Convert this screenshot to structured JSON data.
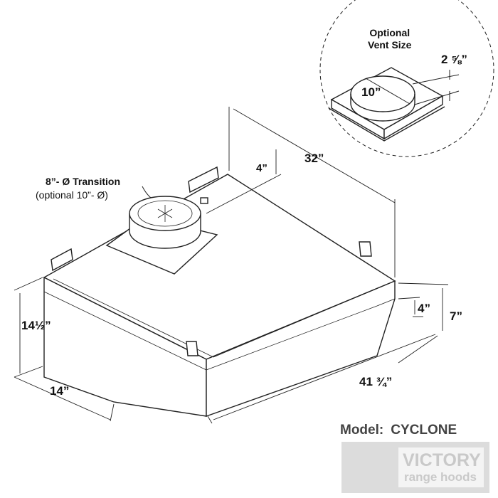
{
  "model": {
    "label": "Model:",
    "name": "CYCLONE"
  },
  "logo": {
    "brand": "VICTORY",
    "tagline": "range hoods"
  },
  "inset": {
    "title_line1": "Optional",
    "title_line2": "Vent Size",
    "height_dim": "2 ⅝”",
    "diameter_dim": "10”"
  },
  "transition": {
    "line1": "8”- Ø Transition",
    "line2": "(optional 10”- Ø)"
  },
  "dimensions": {
    "depth": "32”",
    "vent_offset": "4”",
    "height": "14½”",
    "front_depth": "14”",
    "width": "41 ¾”",
    "side_height_small": "4”",
    "side_height_large": "7”"
  },
  "colors": {
    "line": "#222222",
    "logo_bg": "#dcdcdc"
  }
}
